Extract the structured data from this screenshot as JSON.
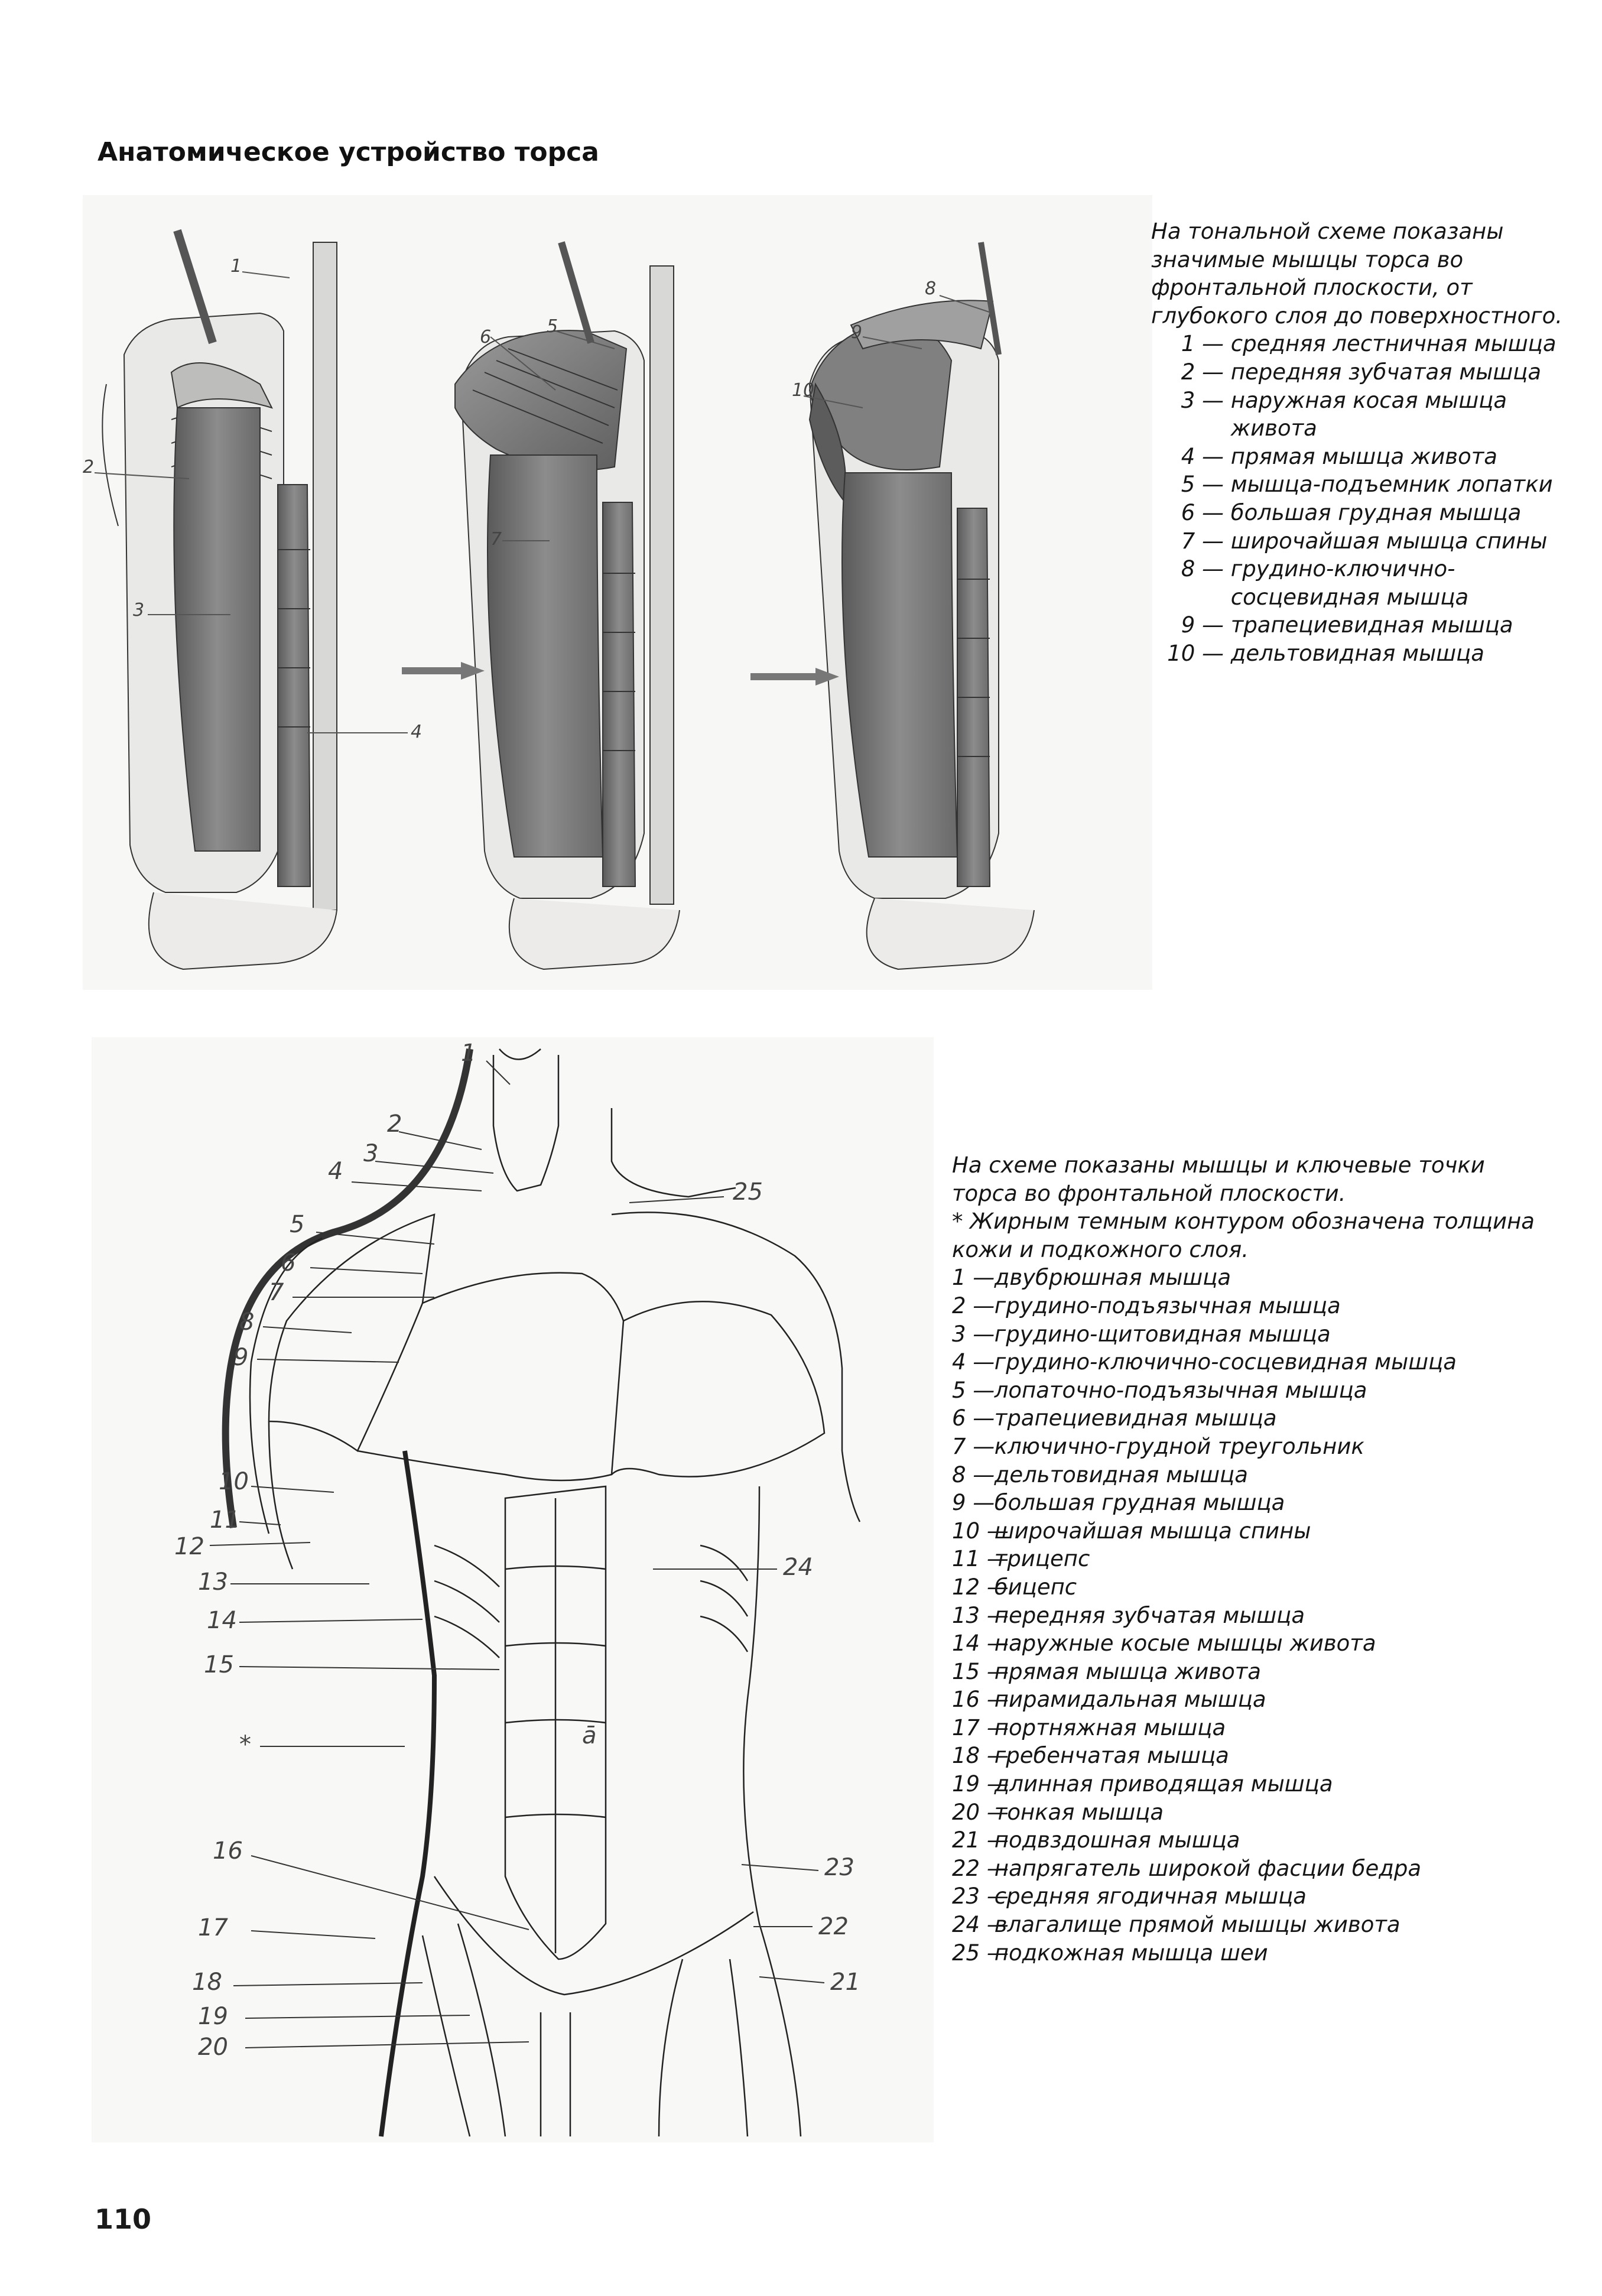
{
  "page_title": "Анатомическое устройство торса",
  "page_number": "110",
  "tonal_figure": {
    "arrows": [
      "→",
      "→"
    ],
    "labels": [
      "1",
      "2",
      "3",
      "4",
      "5",
      "6",
      "7",
      "8",
      "9",
      "10"
    ]
  },
  "caption_tonal": {
    "intro": "На тональной схеме показаны значимые мышцы торса во фронтальной плоскости, от глубокого слоя до поверхностного.",
    "items": [
      {
        "num": "1 —",
        "text": "средняя лестничная мышца"
      },
      {
        "num": "2 —",
        "text": "передняя зубчатая мышца"
      },
      {
        "num": "3 —",
        "text": "наружная косая мышца живота"
      },
      {
        "num": "4 —",
        "text": "прямая мышца живота"
      },
      {
        "num": "5 —",
        "text": "мышца-подъемник лопатки"
      },
      {
        "num": "6 —",
        "text": "большая грудная мышца"
      },
      {
        "num": "7 —",
        "text": "широчайшая мышца спины"
      },
      {
        "num": "8 —",
        "text": "грудино-ключично-сосцевидная мышца"
      },
      {
        "num": "9 —",
        "text": "трапециевидная мышца"
      },
      {
        "num": "10 —",
        "text": "дельтовидная мышца"
      }
    ]
  },
  "line_figure": {
    "labels": [
      "1",
      "2",
      "3",
      "4",
      "5",
      "6",
      "7",
      "8",
      "9",
      "10",
      "11",
      "12",
      "13",
      "14",
      "15",
      "16",
      "17",
      "18",
      "19",
      "20",
      "21",
      "22",
      "23",
      "24",
      "25",
      "*",
      "ā"
    ]
  },
  "caption_line": {
    "intro": "На схеме показаны мышцы и ключевые точки торса во фронтальной плоскости.",
    "note": "* Жирным темным контуром обозначена толщина кожи и подкожного слоя.",
    "items": [
      {
        "num": "1 —",
        "text": "двубрюшная мышца"
      },
      {
        "num": "2 —",
        "text": "грудино-подъязычная мышца"
      },
      {
        "num": "3 —",
        "text": "грудино-щитовидная мышца"
      },
      {
        "num": "4 —",
        "text": "грудино-ключично-сосцевидная мышца"
      },
      {
        "num": "5 —",
        "text": "лопаточно-подъязычная мышца"
      },
      {
        "num": "6 —",
        "text": "трапециевидная мышца"
      },
      {
        "num": "7 —",
        "text": "ключично-грудной треугольник"
      },
      {
        "num": "8 —",
        "text": "дельтовидная мышца"
      },
      {
        "num": "9 —",
        "text": "большая грудная мышца"
      },
      {
        "num": "10 —",
        "text": "широчайшая мышца спины"
      },
      {
        "num": "11 —",
        "text": "трицепс"
      },
      {
        "num": "12 —",
        "text": "бицепс"
      },
      {
        "num": "13 —",
        "text": "передняя зубчатая мышца"
      },
      {
        "num": "14 —",
        "text": "наружные косые мышцы живота"
      },
      {
        "num": "15 —",
        "text": "прямая мышца живота"
      },
      {
        "num": "16 —",
        "text": "пирамидальная мышца"
      },
      {
        "num": "17 —",
        "text": "портняжная мышца"
      },
      {
        "num": "18 —",
        "text": "гребенчатая мышца"
      },
      {
        "num": "19 —",
        "text": "длинная приводящая мышца"
      },
      {
        "num": "20 —",
        "text": "тонкая мышца"
      },
      {
        "num": "21 —",
        "text": "подвздошная мышца"
      },
      {
        "num": "22 —",
        "text": "напрягатель широкой фасции бедра"
      },
      {
        "num": "23 —",
        "text": "средняя ягодичная мышца"
      },
      {
        "num": "24 —",
        "text": "влагалище прямой мышцы живота"
      },
      {
        "num": "25 —",
        "text": "подкожная мышца шеи"
      }
    ]
  }
}
